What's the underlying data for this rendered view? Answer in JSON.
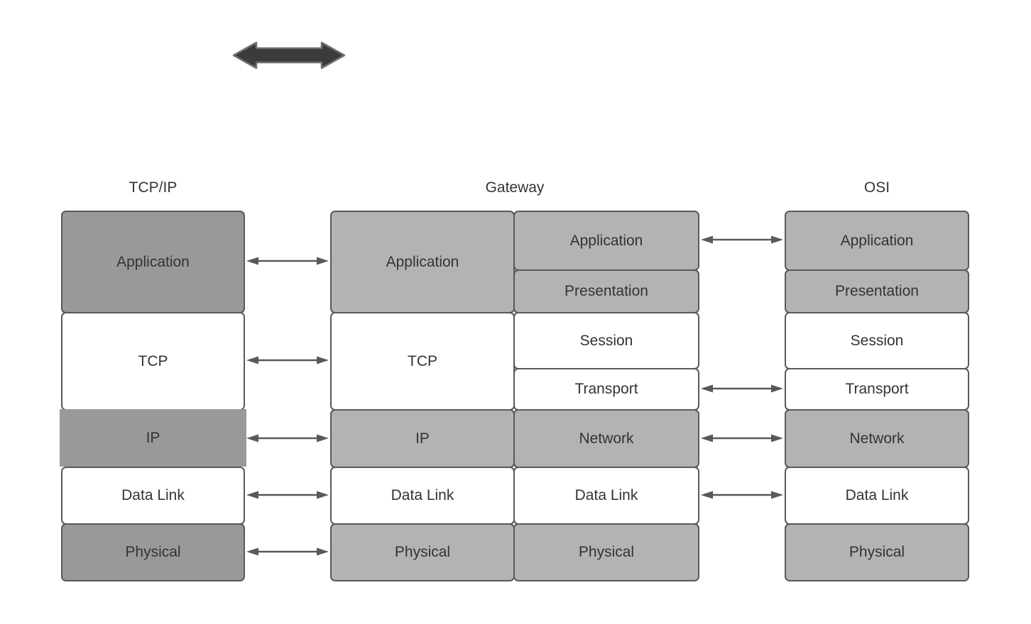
{
  "diagram": {
    "type": "network-layer-comparison",
    "icons": {
      "top_arrow": "horizontal-double-arrow"
    },
    "colors": {
      "background": "#ffffff",
      "layer_gray_dark": "#999999",
      "layer_gray_light": "#b3b3b3",
      "layer_white": "#ffffff",
      "stroke": "#595959",
      "text": "#333333",
      "thick_arrow_fill": "#3b3b3b",
      "thick_arrow_stroke": "#6f6f6f"
    },
    "columns": {
      "tcpip": {
        "header": "TCP/IP",
        "layers": [
          {
            "label": "Application"
          },
          {
            "label": "TCP"
          },
          {
            "label": "IP"
          },
          {
            "label": "Data Link"
          },
          {
            "label": "Physical"
          }
        ]
      },
      "gateway": {
        "header": "Gateway",
        "left_layers": [
          {
            "label": "Application"
          },
          {
            "label": "TCP"
          },
          {
            "label": "IP"
          },
          {
            "label": "Data Link"
          },
          {
            "label": "Physical"
          }
        ],
        "right_layers": [
          {
            "label": "Application"
          },
          {
            "label": "Presentation"
          },
          {
            "label": "Session"
          },
          {
            "label": "Transport"
          },
          {
            "label": "Network"
          },
          {
            "label": "Data Link"
          },
          {
            "label": "Physical"
          }
        ]
      },
      "osi": {
        "header": "OSI",
        "layers": [
          {
            "label": "Application"
          },
          {
            "label": "Presentation"
          },
          {
            "label": "Session"
          },
          {
            "label": "Transport"
          },
          {
            "label": "Network"
          },
          {
            "label": "Data Link"
          },
          {
            "label": "Physical"
          }
        ]
      }
    },
    "connections": {
      "tcpip_to_gateway": [
        "Application",
        "TCP",
        "IP",
        "Data Link",
        "Physical"
      ],
      "gateway_to_osi": [
        "Application",
        "Transport",
        "Network",
        "Data Link"
      ]
    }
  }
}
